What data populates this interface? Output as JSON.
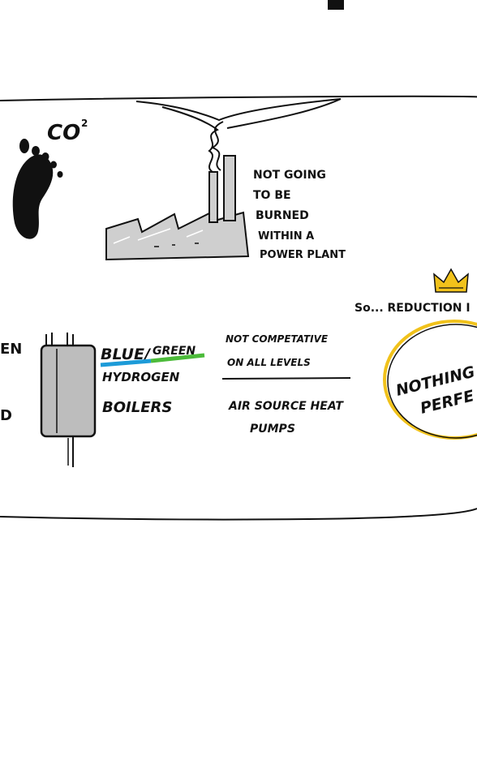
{
  "co2_label": "CO",
  "co2_sup": "2",
  "plant_note": {
    "lines": [
      "NOT GOING",
      "TO BE",
      "BURNED",
      "WITHIN A",
      "POWER PLANT"
    ]
  },
  "reduction_label": "So... REDUCTION I",
  "left_cut_text": [
    "EN",
    "",
    "D"
  ],
  "boiler_title": {
    "blue": "BLUE/",
    "green": "GREEN",
    "line2": "HYDROGEN",
    "line3": "BOILERS"
  },
  "competitive_note": [
    "NOT COMPETATIVE",
    "ON ALL LEVELS"
  ],
  "heat_pumps": [
    "AIR SOURCE HEAT",
    "PUMPS"
  ],
  "circle_text": [
    "NOTHING IS",
    "PERFE"
  ],
  "colors": {
    "ink": "#111111",
    "plant_fill": "#cfcfcf",
    "boiler_fill": "#bdbdbd",
    "crown": "#f1c21b",
    "circle": "#f1c21b",
    "blue": "#1d9bd8",
    "green": "#4cbb3a"
  }
}
